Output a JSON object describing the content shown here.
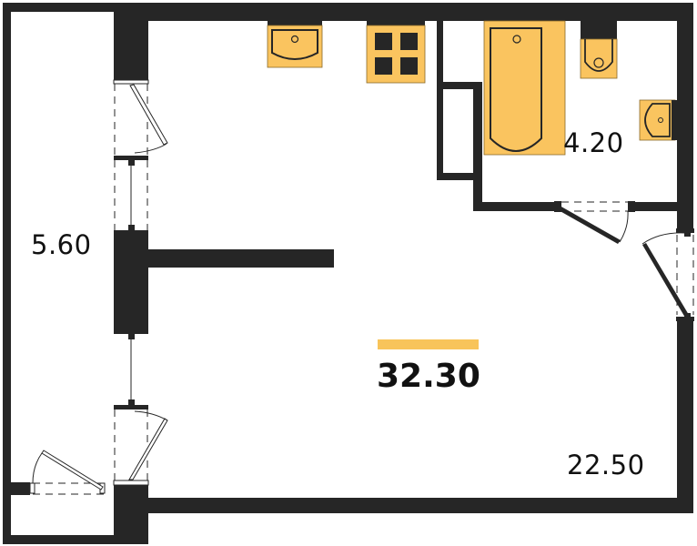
{
  "plan": {
    "total_area": "32.30",
    "rooms": [
      {
        "name": "balcony",
        "area": "5.60"
      },
      {
        "name": "bathroom",
        "area": "4.20"
      },
      {
        "name": "living-room",
        "area": "22.50"
      }
    ]
  },
  "colors": {
    "wall": "#262626",
    "fixture": "#FAC45F",
    "accent": "#F8C45A",
    "background": "#FFFFFF"
  },
  "fixtures": [
    "kitchen-sink",
    "stove",
    "bathtub",
    "toilet",
    "bathroom-sink"
  ]
}
